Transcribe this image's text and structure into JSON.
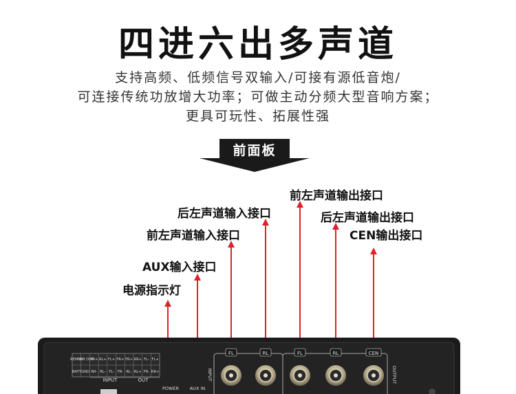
{
  "title": "四进六出多声道",
  "description": [
    "支持高频、低频信号双输入/可接有源低音炮/",
    "可连接传统功放增大功率；可做主动分频大型音响方案；",
    "更具可玩性、拓展性强"
  ],
  "section_label": "前面板",
  "callouts": {
    "front_left_out": "前左声道输出接口",
    "rear_left_in": "后左声道输入接口",
    "rear_left_out": "后左声道输出接口",
    "front_left_in": "前左声道输入接口",
    "cen_out": "CEN输出接口",
    "aux_in": "AUX输入接口",
    "power_led": "电源指示灯"
  },
  "device": {
    "terminal_top": [
      "REM IN",
      "REM OUT",
      "RR+",
      "RL+",
      "FL+",
      "FR+",
      "FR+",
      "RR+",
      "FL-",
      "FL+"
    ],
    "terminal_bottom": [
      "BATT",
      "GND",
      "RR-",
      "RL-",
      "FL-",
      "FR-",
      "RL-",
      "RL+",
      "FR-",
      "RR+"
    ],
    "terminal_input_label": "INPUT",
    "terminal_output_label": "OUT",
    "power_label": "POWER",
    "aux_label": "AUX IN",
    "input_side_label": "INPUT",
    "output_side_label": "OUTPUT",
    "input_jacks": [
      "FL",
      "RL"
    ],
    "output_jacks": [
      "FL",
      "RL",
      "CEN"
    ]
  },
  "colors": {
    "arrow": "#e0202a",
    "panel": "#1b1b1b"
  }
}
